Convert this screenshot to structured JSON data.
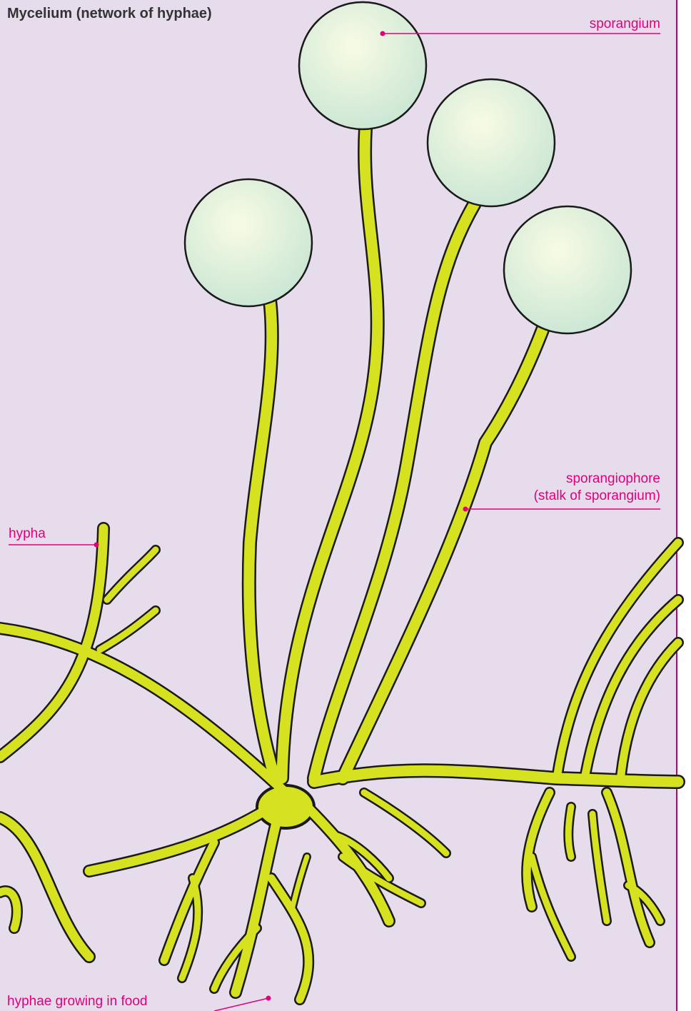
{
  "title": "Mycelium (network of hyphae)",
  "labels": {
    "sporangium": "sporangium",
    "sporangiophore_line1": "sporangiophore",
    "sporangiophore_line2": "(stalk of sporangium)",
    "hypha": "hypha",
    "hyphae_in_food": "hyphae growing in food"
  },
  "colors": {
    "background": "#e7dcec",
    "hypha_fill": "#d6e21f",
    "outline": "#1a1a1a",
    "label_text": "#e0007a",
    "sporangium_light": "#f8fbe4",
    "sporangium_dark": "#c9e6d4",
    "border": "#c0007a"
  }
}
